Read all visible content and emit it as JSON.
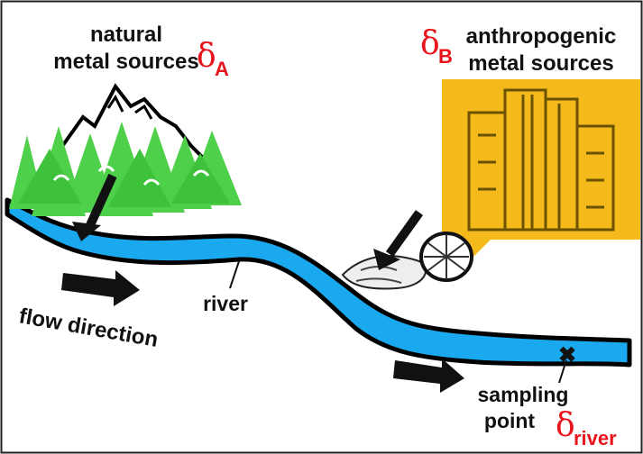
{
  "labels": {
    "natural_line1": "natural",
    "natural_line2": "metal sources",
    "anthro_line1": "anthropogenic",
    "anthro_line2": "metal sources",
    "river": "river",
    "flow": "flow direction",
    "sampling_line1": "sampling",
    "sampling_line2": "point"
  },
  "symbols": {
    "delta": "δ",
    "sub_a": "A",
    "sub_b": "B",
    "sub_river": "river",
    "sample_mark": "✖"
  },
  "colors": {
    "river": "#1aa9ee",
    "forest": "#4ed04a",
    "city": "#f4b91a",
    "accent": "#e8141c",
    "ink": "#111111"
  }
}
